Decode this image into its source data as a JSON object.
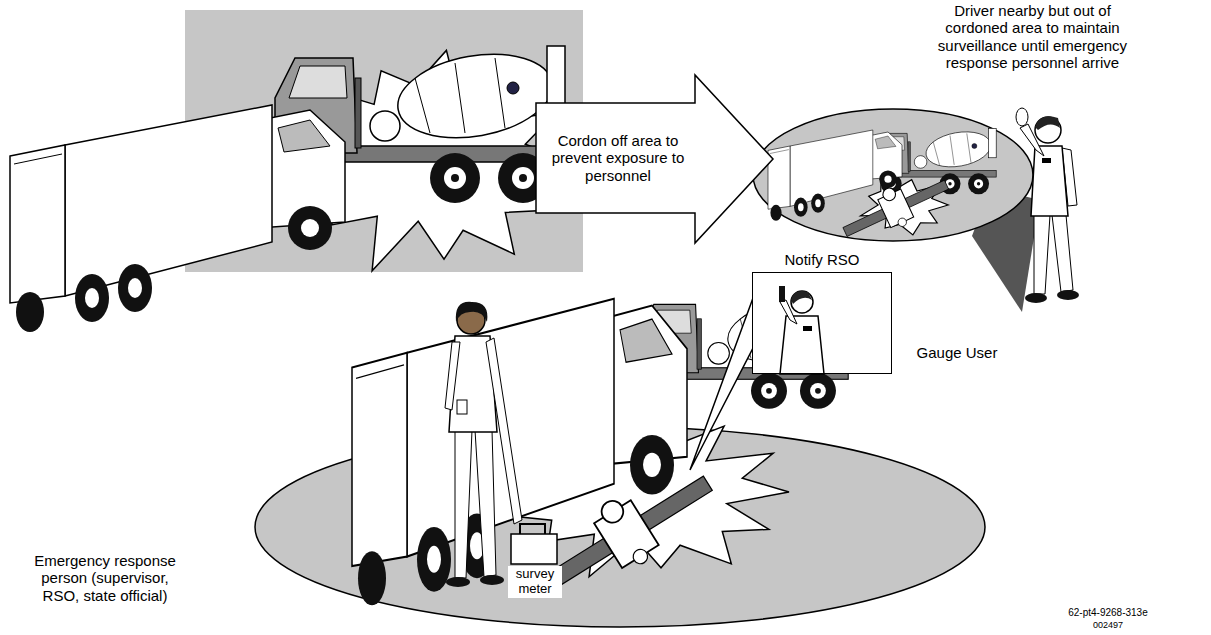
{
  "diagram": {
    "nodes": [
      {
        "text": [
          "Cordon off area to prevent exposure to personnel"
        ]
      },
      {
        "text": [
          "Notify RSO"
        ]
      }
    ],
    "labels": [
      "Driver nearby but out of cordoned area to maintain surveillance until emergency response personnel arrive",
      "Gauge User",
      "survey meter",
      "Emergency response person (supervisor, RSO, state official)",
      "62-pt4-9268-313e",
      "002497"
    ]
  }
}
